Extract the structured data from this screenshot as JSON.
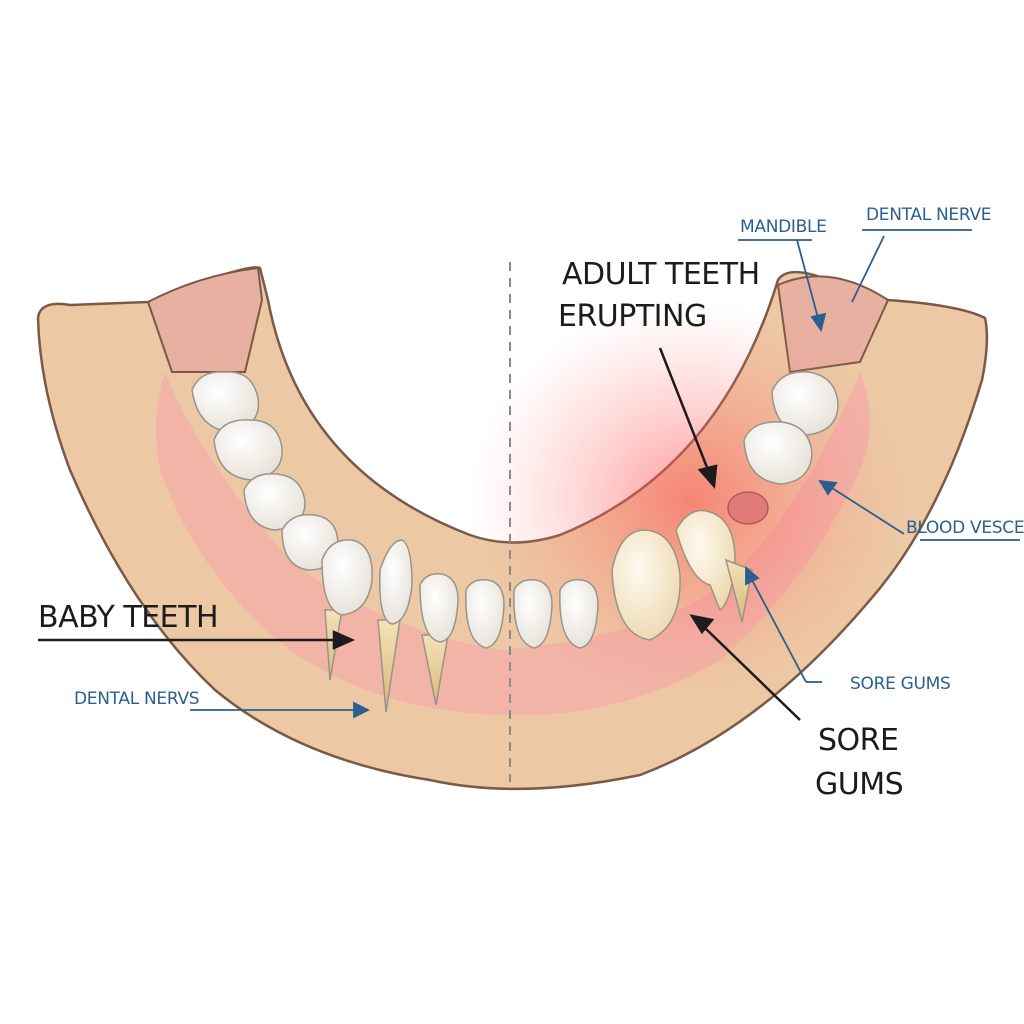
{
  "colors": {
    "bone": "#ecc9a4",
    "bone_outline": "#7a5a46",
    "gum": "#f2b0a8",
    "gum_inner": "#d9a090",
    "enamel": "#fbfaf6",
    "root": "#e9d29c",
    "inflamed": "#ff5a5a",
    "blue_label": "#2a5f8f",
    "black_label": "#1c1c1c"
  },
  "labels": {
    "adult_teeth_line1": "ADULT TEETH",
    "adult_teeth_line2": "ERUPTING",
    "baby_teeth": "BABY TEETH",
    "sore_gums_big_line1": "SORE",
    "sore_gums_big_line2": "GUMS",
    "mandible": "MANDIBLE",
    "dental_nerve": "DENTAL NERVE",
    "blood_vessels": "BLOOD VESCELS",
    "sore_gums_small": "SORE GUMS",
    "dental_nervs": "DENTAL NERVS"
  }
}
